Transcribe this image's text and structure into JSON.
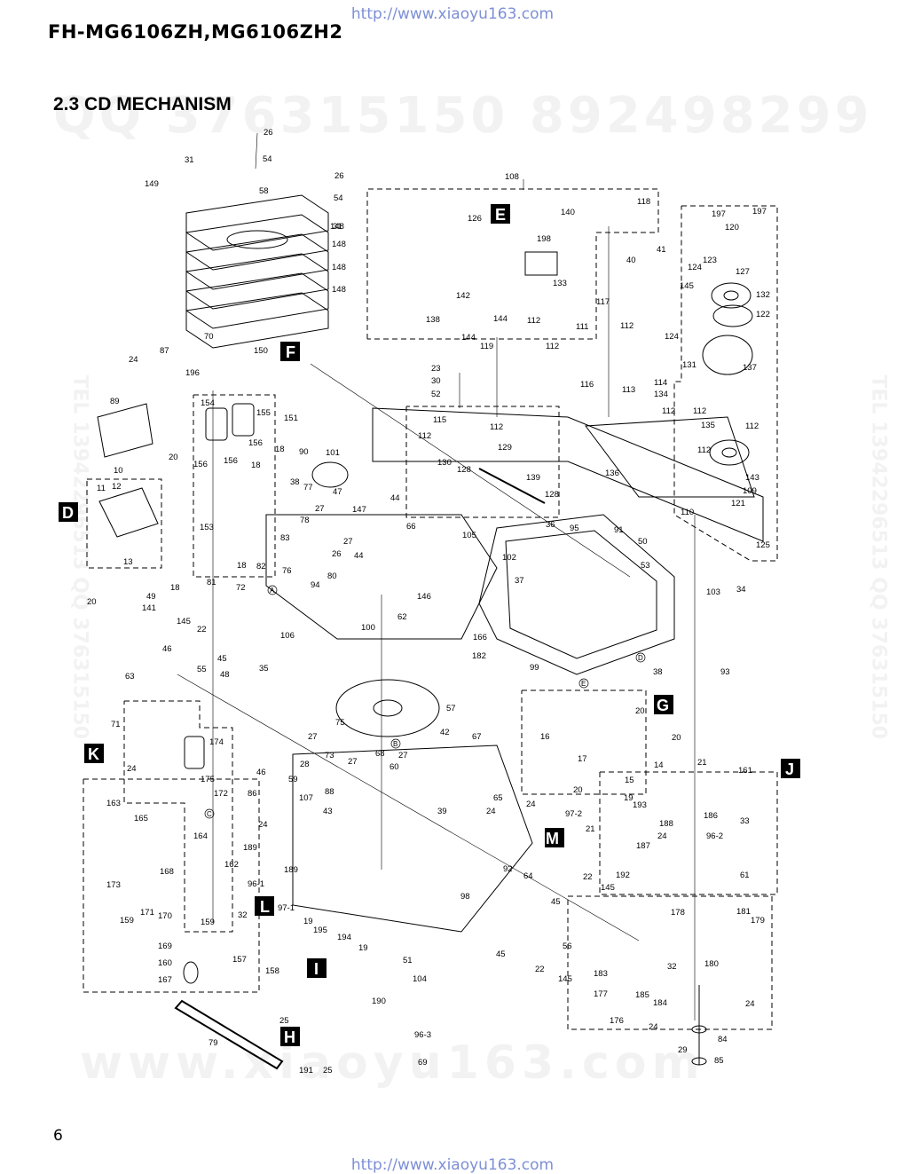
{
  "header": {
    "url_top": "http://www.xiaoyu163.com",
    "model": "FH-MG6106ZH,MG6106ZH2",
    "section_title": "2.3 CD MECHANISM"
  },
  "footer": {
    "page_number": "6",
    "url_bottom": "http://www.xiaoyu163.com"
  },
  "watermarks": {
    "qq": "QQ 376315150  892498299",
    "www": "www.xiaoyu163.com",
    "left": "TEL 13942296513 QQ 376315150",
    "right": "TEL 13942296513 QQ 376315150"
  },
  "callout_labels": [
    "E",
    "F",
    "D",
    "G",
    "J",
    "K",
    "M",
    "L",
    "I",
    "H"
  ],
  "circle_refs": [
    "A",
    "B",
    "C",
    "D",
    "E"
  ],
  "part_numbers": {
    "top_stack": [
      "26",
      "54",
      "31",
      "149",
      "58",
      "26",
      "54",
      "31",
      "148",
      "148",
      "148",
      "148"
    ],
    "f_group": [
      "70",
      "87",
      "24",
      "196",
      "150",
      "89",
      "154",
      "155",
      "151",
      "156",
      "156",
      "156",
      "18",
      "20",
      "10",
      "11",
      "12",
      "13",
      "90",
      "18",
      "101",
      "38",
      "77",
      "47",
      "27",
      "147",
      "153",
      "78",
      "83",
      "82",
      "76",
      "26",
      "44",
      "94",
      "80",
      "72",
      "81",
      "18",
      "20",
      "49",
      "18",
      "141",
      "145",
      "22",
      "106",
      "46",
      "45",
      "55",
      "63",
      "48",
      "35",
      "44",
      "66",
      "105",
      "27"
    ],
    "e_group": [
      "108",
      "126",
      "140",
      "118",
      "198",
      "41",
      "40",
      "142",
      "133",
      "117",
      "138",
      "144",
      "112",
      "144",
      "119",
      "112",
      "111",
      "23",
      "30",
      "52",
      "116",
      "115",
      "112",
      "112",
      "129",
      "130",
      "128",
      "139",
      "128"
    ],
    "right_group": [
      "197",
      "197",
      "120",
      "124",
      "123",
      "145",
      "127",
      "132",
      "122",
      "112",
      "124",
      "137",
      "131",
      "114",
      "113",
      "134",
      "112",
      "112",
      "135",
      "112",
      "112",
      "136",
      "143",
      "109",
      "121",
      "110",
      "125",
      "36",
      "95",
      "91",
      "50",
      "53",
      "102",
      "37",
      "146",
      "62",
      "100",
      "166",
      "182",
      "99",
      "103",
      "34",
      "93",
      "38"
    ],
    "middle": [
      "57",
      "75",
      "27",
      "73",
      "68",
      "27",
      "60",
      "28",
      "59",
      "27",
      "88",
      "107",
      "43",
      "42",
      "67",
      "65",
      "24",
      "39",
      "24",
      "92",
      "64",
      "98",
      "45",
      "22",
      "145",
      "56",
      "45",
      "22",
      "145"
    ],
    "g_group": [
      "20",
      "16",
      "17",
      "20",
      "14",
      "15",
      "20"
    ],
    "k_group": [
      "71",
      "174",
      "24",
      "175",
      "172",
      "163",
      "165",
      "164",
      "173",
      "168",
      "171",
      "170",
      "159",
      "159",
      "162",
      "32",
      "169",
      "160",
      "167",
      "157",
      "158",
      "79"
    ],
    "bottom_left": [
      "46",
      "86",
      "24",
      "189",
      "189",
      "96-1",
      "97-1",
      "19",
      "195",
      "194",
      "19",
      "51",
      "104",
      "190",
      "25",
      "96-3",
      "191",
      "25",
      "69"
    ],
    "j_group": [
      "21",
      "161",
      "97-2",
      "19",
      "193",
      "21",
      "188",
      "186",
      "33",
      "24",
      "96-2",
      "187",
      "192",
      "61",
      "178",
      "181",
      "179",
      "183",
      "32",
      "180",
      "177",
      "185",
      "184",
      "176",
      "24",
      "24",
      "84",
      "29",
      "85"
    ]
  }
}
